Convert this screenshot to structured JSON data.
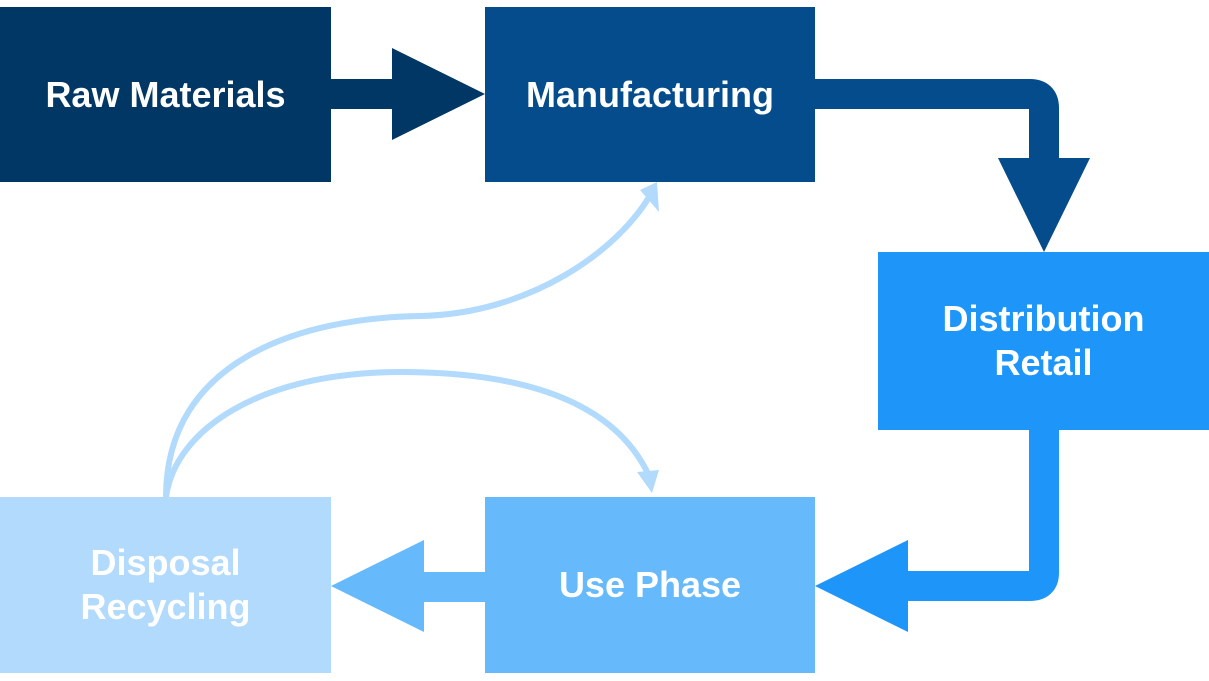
{
  "diagram": {
    "stages": {
      "raw_materials": {
        "lines": [
          "Raw Materials"
        ],
        "color": "#003764"
      },
      "manufacturing": {
        "lines": [
          "Manufacturing"
        ],
        "color": "#044c8c"
      },
      "distribution": {
        "lines": [
          "Distribution",
          "Retail"
        ],
        "color": "#1e96f9"
      },
      "use_phase": {
        "lines": [
          "Use Phase"
        ],
        "color": "#66b9fb"
      },
      "disposal": {
        "lines": [
          "Disposal",
          "Recycling"
        ],
        "color": "#b2dafd"
      }
    },
    "flows": [
      {
        "from": "Raw Materials",
        "to": "Manufacturing"
      },
      {
        "from": "Manufacturing",
        "to": "Distribution Retail"
      },
      {
        "from": "Distribution Retail",
        "to": "Use Phase"
      },
      {
        "from": "Use Phase",
        "to": "Disposal Recycling"
      },
      {
        "from": "Disposal Recycling",
        "to": "Manufacturing"
      },
      {
        "from": "Disposal Recycling",
        "to": "Use Phase"
      }
    ]
  }
}
